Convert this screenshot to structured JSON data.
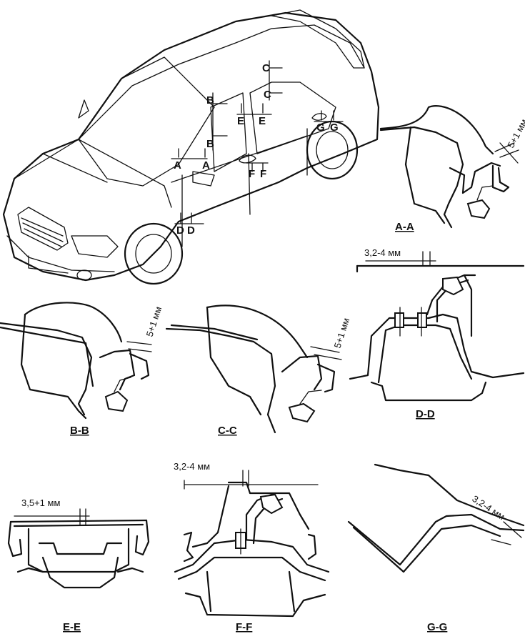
{
  "car_markers": {
    "a1": "A",
    "a2": "A",
    "b1": "B",
    "b2": "B",
    "c1": "C",
    "c2": "C",
    "d1": "D",
    "d2": "D",
    "e1": "E",
    "e2": "E",
    "f1": "F",
    "f2": "F",
    "g1": "G",
    "g2": "G"
  },
  "sections": {
    "aa": {
      "title": "A-A",
      "dimension": "5+1 мм"
    },
    "bb": {
      "title": "B-B",
      "dimension": "5+1 мм"
    },
    "cc": {
      "title": "C-C",
      "dimension": "5+1 мм"
    },
    "dd": {
      "title": "D-D",
      "dimension": "3,2-4 мм"
    },
    "ee": {
      "title": "E-E",
      "dimension": "3,5+1 мм"
    },
    "ff": {
      "title": "F-F",
      "dimension": "3,2-4 мм"
    },
    "gg": {
      "title": "G-G",
      "dimension": "3,2-4 мм"
    }
  }
}
